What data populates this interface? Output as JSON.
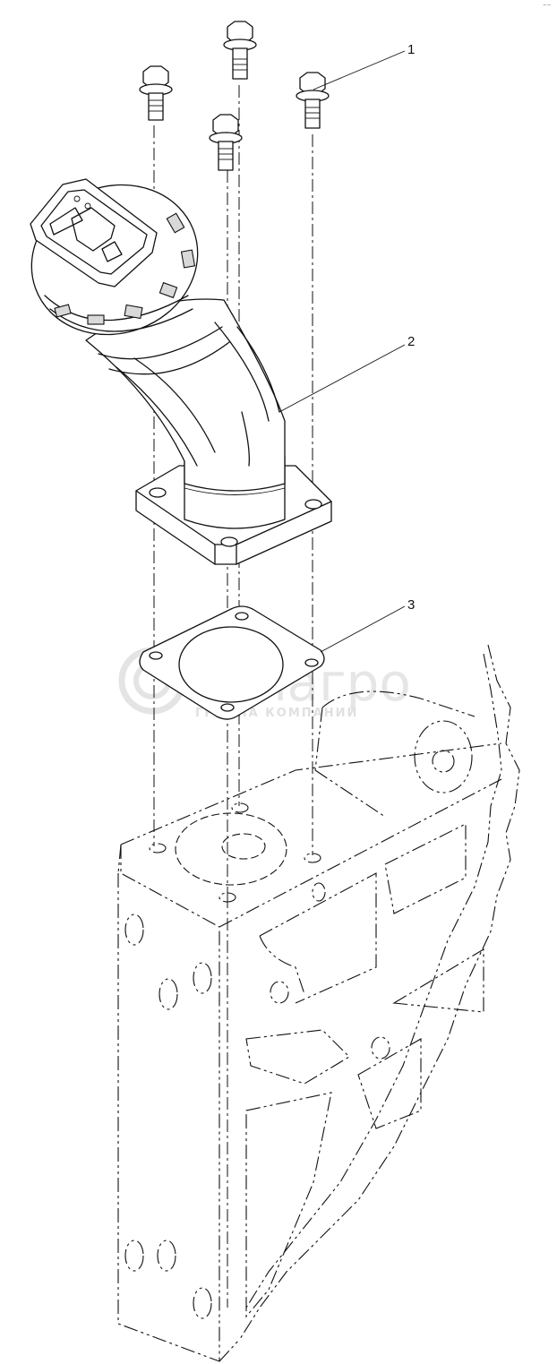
{
  "diagram": {
    "callouts": [
      {
        "label": "1",
        "part": "bolt"
      },
      {
        "label": "2",
        "part": "elbow-pipe"
      },
      {
        "label": "3",
        "part": "gasket"
      }
    ],
    "watermark": {
      "brand": "белагро",
      "tagline": "ГРУППА КОМПАНИЙ"
    },
    "corner_mark": "⁻⁻"
  }
}
